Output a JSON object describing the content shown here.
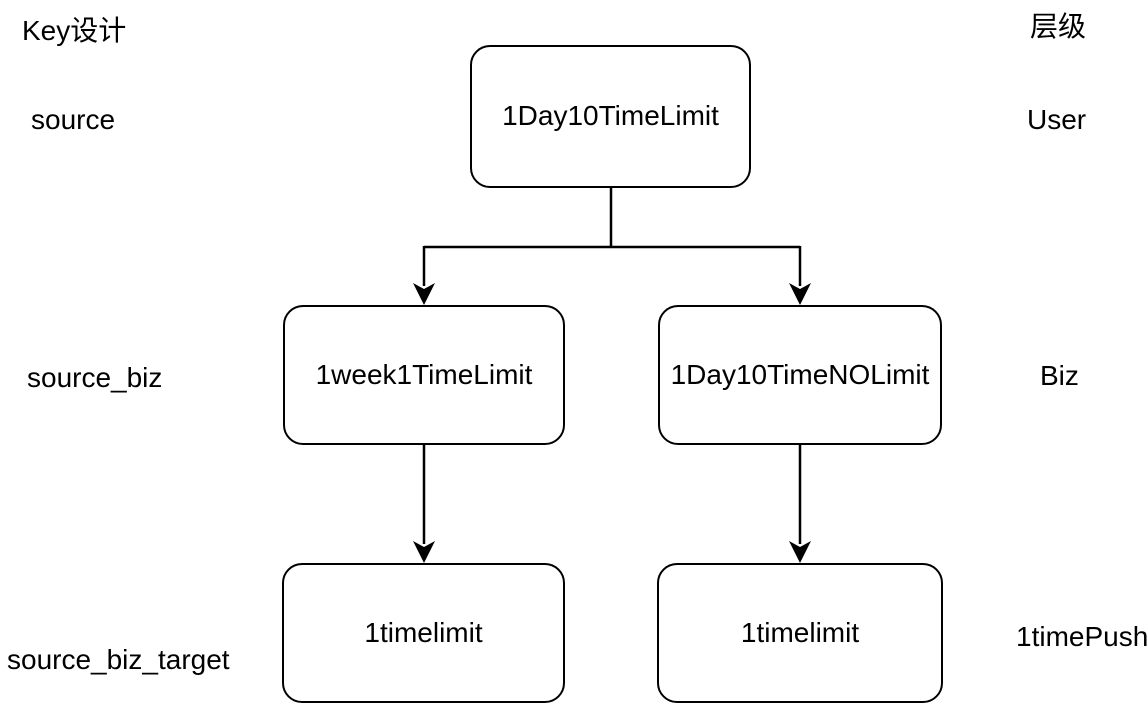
{
  "diagram": {
    "headers": {
      "left": "Key设计",
      "right": "层级"
    },
    "row_labels": {
      "left": [
        "source",
        "source_biz",
        "source_biz_target"
      ],
      "right": [
        "User",
        "Biz",
        "1timePush"
      ]
    },
    "nodes": {
      "root": {
        "label": "1Day10TimeLimit",
        "tier": "source"
      },
      "child_left": {
        "label": "1week1TimeLimit",
        "tier": "source_biz"
      },
      "child_right": {
        "label": "1Day10TimeNOLimit",
        "tier": "source_biz"
      },
      "leaf_left": {
        "label": "1timelimit",
        "tier": "source_biz_target"
      },
      "leaf_right": {
        "label": "1timelimit",
        "tier": "source_biz_target"
      }
    },
    "edges": [
      {
        "from": "root",
        "to": "child_left"
      },
      {
        "from": "root",
        "to": "child_right"
      },
      {
        "from": "child_left",
        "to": "leaf_left"
      },
      {
        "from": "child_right",
        "to": "leaf_right"
      }
    ],
    "colors": {
      "background": "#ffffff",
      "line": "#000000",
      "text": "#000000",
      "node_fill": "#ffffff",
      "node_border": "#000000"
    }
  }
}
